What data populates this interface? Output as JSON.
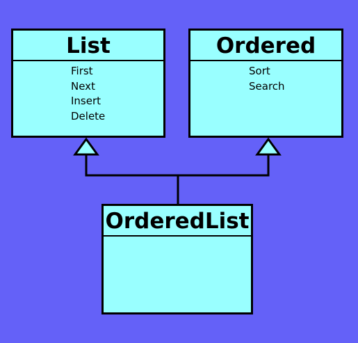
{
  "diagram": {
    "classes": [
      {
        "name": "List",
        "methods": [
          "First",
          "Next",
          "Insert",
          "Delete"
        ]
      },
      {
        "name": "Ordered",
        "methods": [
          "Sort",
          "Search"
        ]
      },
      {
        "name": "OrderedList",
        "methods": []
      }
    ],
    "relations": [
      {
        "type": "inheritance",
        "from": "OrderedList",
        "to": "List"
      },
      {
        "type": "inheritance",
        "from": "OrderedList",
        "to": "Ordered"
      }
    ],
    "colors": {
      "background": "#6461f8",
      "class_fill": "#99ffff",
      "stroke": "#000000"
    }
  }
}
